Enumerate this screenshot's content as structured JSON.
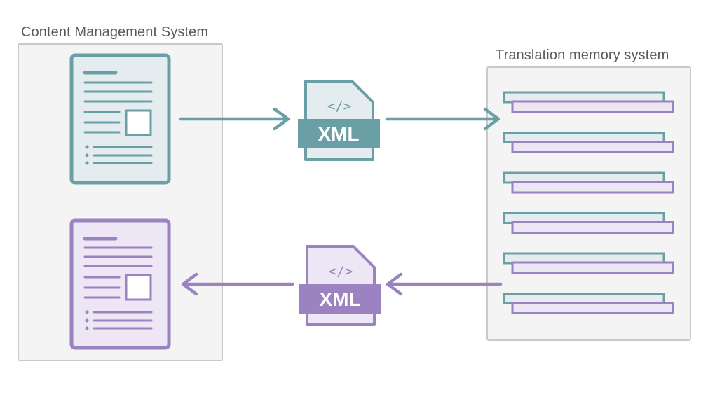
{
  "cms": {
    "title": "Content Management System"
  },
  "tm": {
    "title": "Translation memory system"
  },
  "xml_out": {
    "code": "</>",
    "label": "XML"
  },
  "xml_in": {
    "code": "</>",
    "label": "XML"
  },
  "colors": {
    "teal": "#6b9fa6",
    "teal_fill": "#e4ecef",
    "purple": "#9b82c0",
    "purple_fill": "#ece6f5",
    "panel_bg": "#f4f4f4",
    "panel_border": "#c9c9c9"
  },
  "icons": {
    "source_document": "document-icon",
    "translated_document": "document-icon",
    "xml_file": "xml-file-icon",
    "arrow": "arrow-icon",
    "segment_pair": "segment-pair-icon"
  },
  "tm_segment_count": 6
}
